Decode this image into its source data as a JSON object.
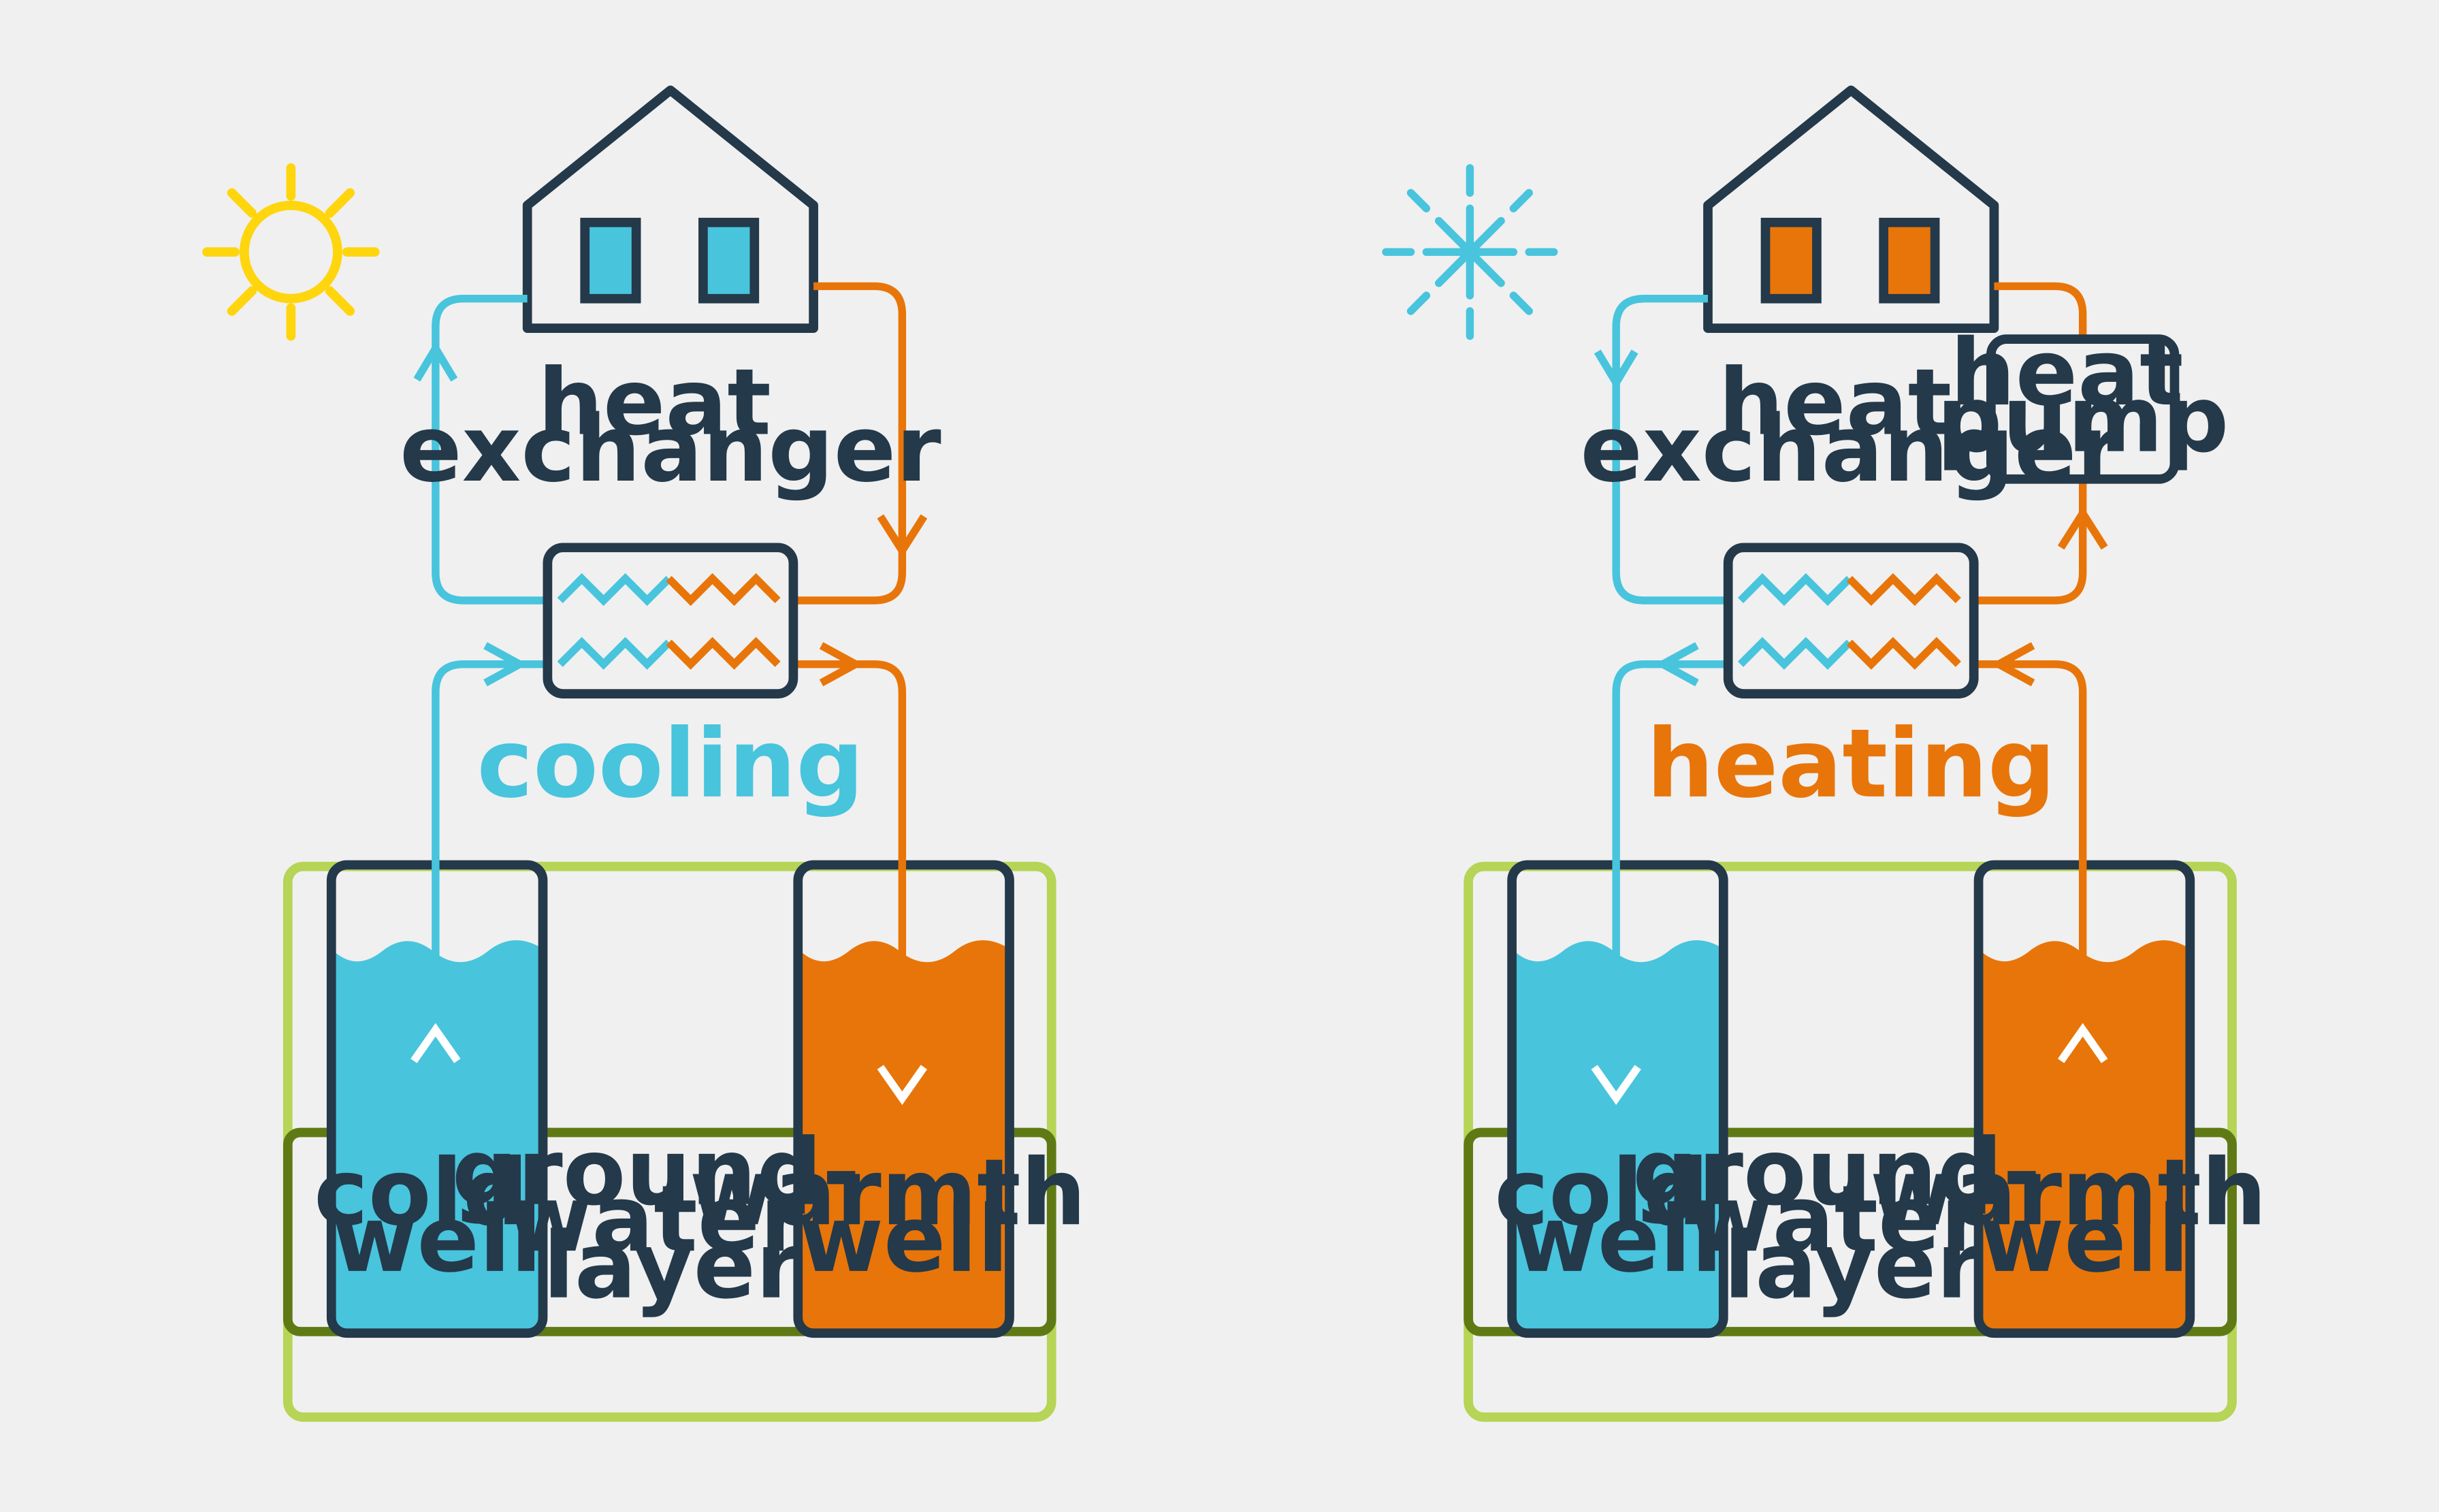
{
  "colors": {
    "background": "#f0f0f0",
    "outline": "#24394a",
    "cold": "#48c4dd",
    "warm": "#e87509",
    "sun": "#ffd50e",
    "ground_outer": "#b6d456",
    "ground_inner": "#5f7a15"
  },
  "icons": {
    "summer": "sun-icon",
    "winter": "snowflake-icon"
  },
  "cooling": {
    "heat_exchanger": [
      "heat",
      "exchanger"
    ],
    "mode_label": "cooling",
    "cold_well": [
      "cold",
      "well"
    ],
    "warmth_well": [
      "warmth",
      "well"
    ],
    "groundwater_layer": [
      "ground-",
      "water",
      "layer"
    ]
  },
  "heating": {
    "heat_exchanger": [
      "heat",
      "exchanger"
    ],
    "heat_pump": [
      "heat",
      "pump"
    ],
    "mode_label": "heating",
    "cold_well": [
      "cold",
      "well"
    ],
    "warmth_well": [
      "warmth",
      "well"
    ],
    "groundwater_layer": [
      "ground-",
      "water",
      "layer"
    ]
  }
}
